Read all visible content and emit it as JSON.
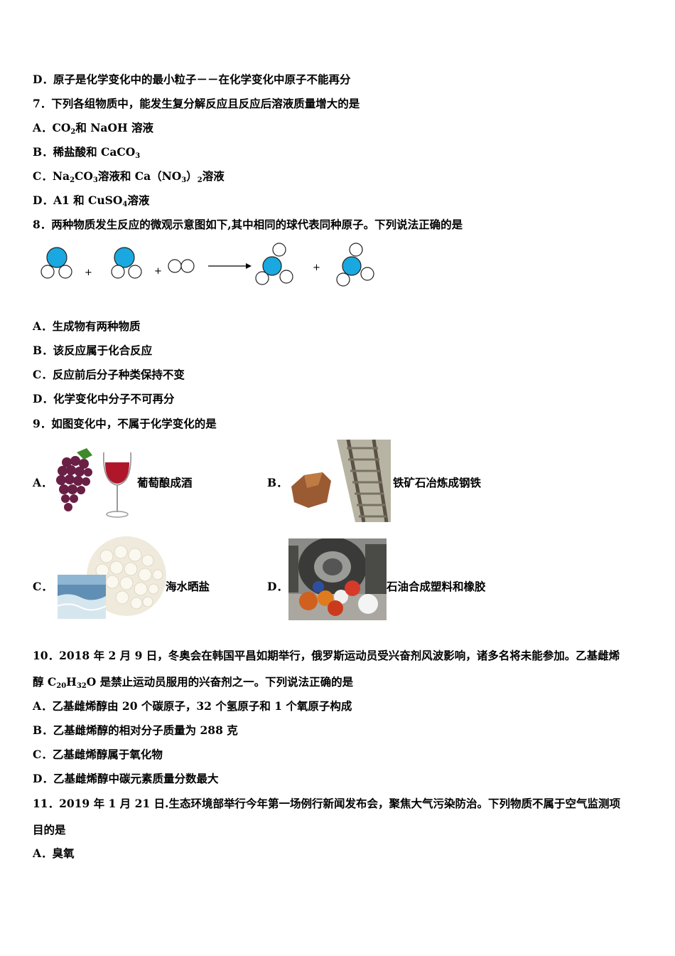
{
  "lines": {
    "q6d": "D．原子是化学变化中的最小粒子－－在化学变化中原子不能再分",
    "q7": "7．下列各组物质中，能发生复分解反应且反应后溶液质量增大的是",
    "q7a_pre": "A．CO",
    "q7a_sub": "2",
    "q7a_post": "和 NaOH 溶液",
    "q7b_pre": "B．稀盐酸和 CaCO",
    "q7b_sub": "3",
    "q7c_a": "C．Na",
    "q7c_s1": "2",
    "q7c_b": "CO",
    "q7c_s2": "3",
    "q7c_c": "溶液和 Ca（NO",
    "q7c_s3": "3",
    "q7c_d": "）",
    "q7c_s4": "2",
    "q7c_e": "溶液",
    "q7d_pre": "D．A1 和 CuSO",
    "q7d_sub": "4",
    "q7d_post": "溶液",
    "q8": "8．两种物质发生反应的微观示意图如下,其中相同的球代表同种原子。下列说法正确的是",
    "q8a": "A．生成物有两种物质",
    "q8b": "B．该反应属于化合反应",
    "q8c": "C．反应前后分子种类保持不变",
    "q8d": "D．化学变化中分子不可再分",
    "q9": "9．如图变化中，不属于化学变化的是",
    "q10_1": "10．2018 年 2 月 9 日，冬奥会在韩国平昌如期举行，俄罗斯运动员受兴奋剂风波影响，诸多名将未能参加。乙基雌烯",
    "q10_2a": "醇 C",
    "q10_2s1": "20",
    "q10_2b": "H",
    "q10_2s2": "32",
    "q10_2c": "O 是禁止运动员服用的兴奋剂之一。下列说法正确的是",
    "q10a": "A．乙基雌烯醇由 20 个碳原子，32 个氢原子和 1 个氧原子构成",
    "q10b": "B．乙基雌烯醇的相对分子质量为 288 克",
    "q10c": "C．乙基雌烯醇属于氧化物",
    "q10d": "D．乙基雌烯醇中碳元素质量分数最大",
    "q11_1": "11．2019 年 1 月 21 日.生态环境部举行今年第一场例行新闻发布会，聚焦大气污染防治。下列物质不属于空气监测项",
    "q11_2": "目的是",
    "q11a": "A．臭氧"
  },
  "q9_options": {
    "a_letter": "A．",
    "a_caption": "葡萄酿成酒",
    "b_letter": "B．",
    "b_caption": "铁矿石冶炼成钢铁",
    "c_letter": "C．",
    "c_caption": "海水晒盐",
    "d_letter": "D．",
    "d_caption": "石油合成塑料和橡胶"
  },
  "diagram": {
    "plus": "+"
  },
  "colors": {
    "atom_blue": "#1aa8e0",
    "text": "#000000"
  }
}
